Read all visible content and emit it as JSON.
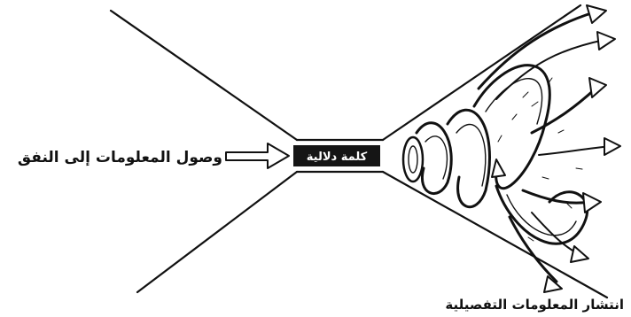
{
  "diagram": {
    "tunnel_label": "كلمة دلالية",
    "input_label": "وصول المعلومات إلى النفق",
    "output_label": "انتشار المعلومات التفصيلية"
  },
  "colors": {
    "ink": "#111111",
    "background": "#ffffff",
    "tunnel_fill": "#151515",
    "tunnel_text": "#ffffff"
  },
  "icons": {
    "input_arrow": "hollow-arrow-right",
    "spread_arrows": "swirling-arrows"
  }
}
